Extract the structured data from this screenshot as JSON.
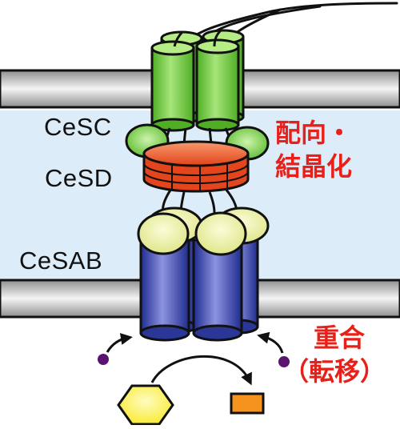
{
  "labels": {
    "cesc": "CeSC",
    "cesd": "CeSD",
    "cesab": "CeSAB"
  },
  "annotations": {
    "orientation_line1": "配向・",
    "orientation_line2": "結晶化",
    "polymerization_line1": "重合",
    "polymerization_line2": "（転移）"
  },
  "colors": {
    "membrane_dark": "#9a9a9a",
    "membrane_light": "#f3f3f3",
    "interspace": "#dcecf8",
    "cesc_green": "#6cc43a",
    "cesc_cap": "#b6ec86",
    "cesd_red": "#e8481e",
    "cesab_blue": "#2f3fa6",
    "cesab_cap": "#e8eda0",
    "substrate_hexagon": "#fdf36a",
    "product_orange": "#f6921e",
    "purple_dot": "#5a1470",
    "annotation_red": "#e8201a"
  }
}
